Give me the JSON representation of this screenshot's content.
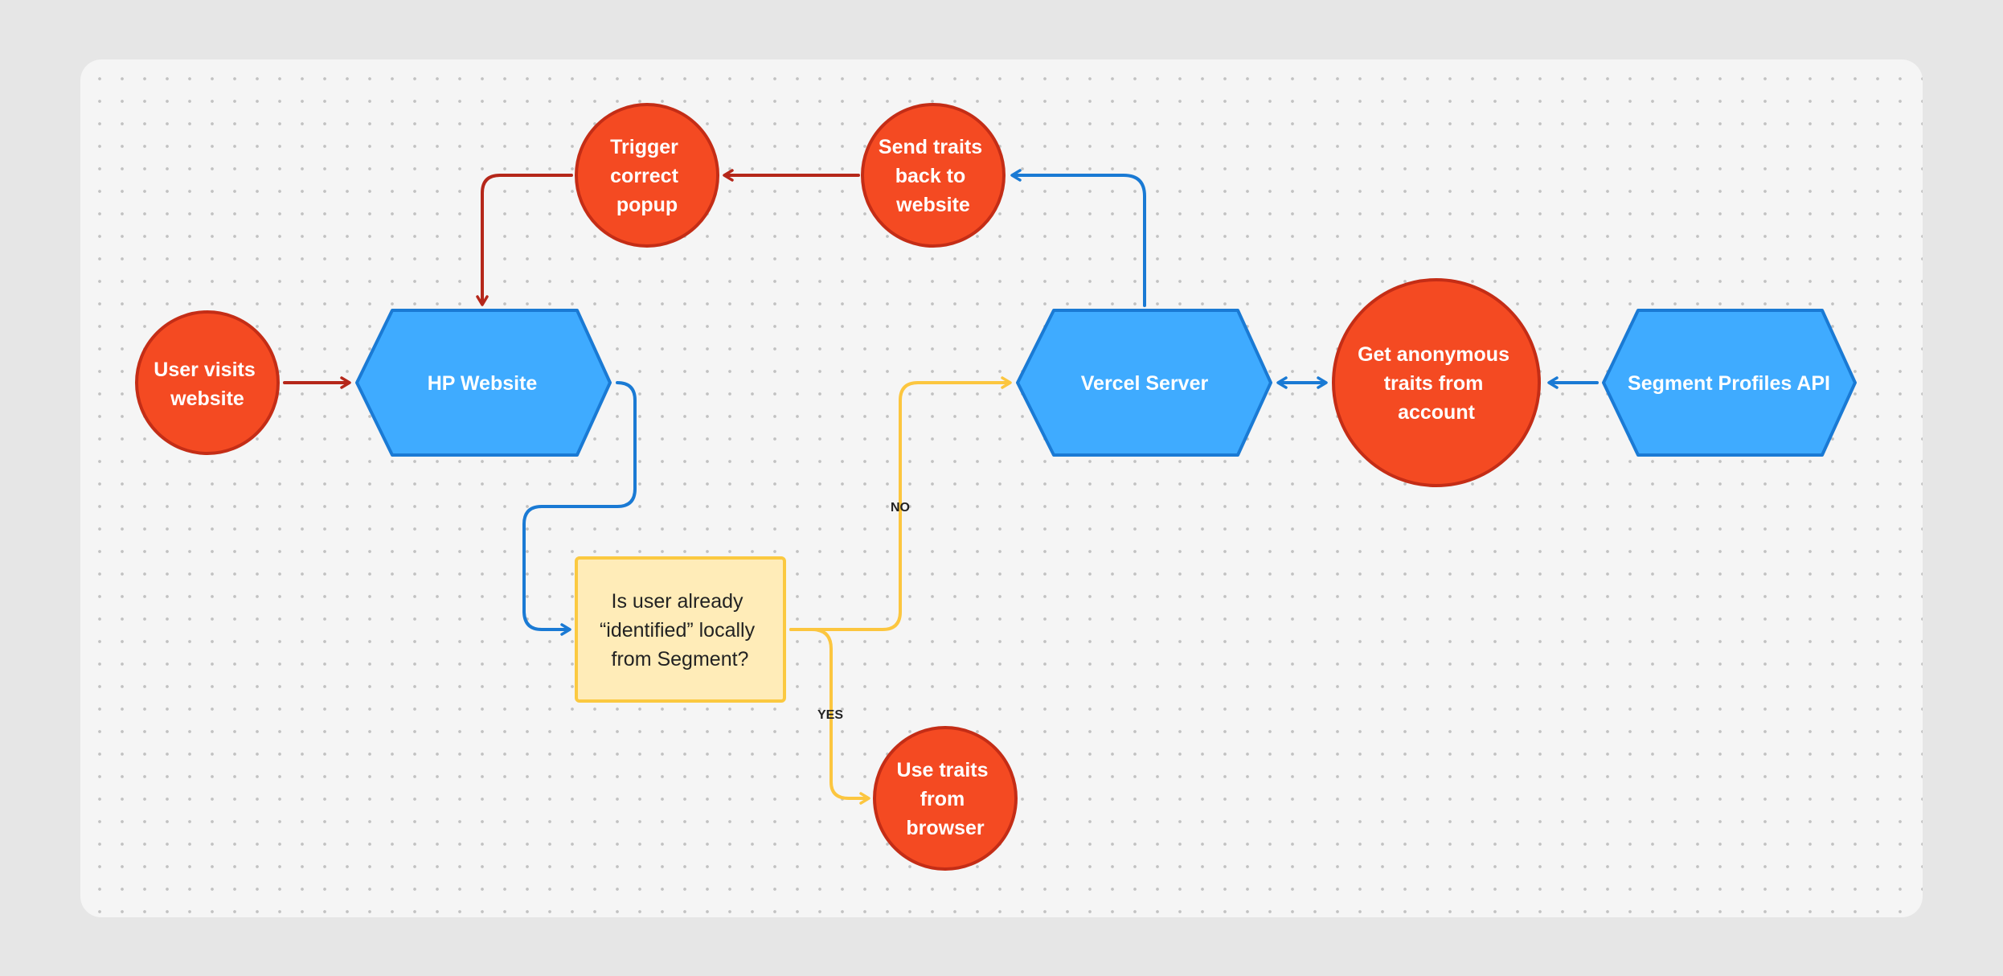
{
  "colors": {
    "circle_fill": "#f44a22",
    "circle_stroke": "#c42d16",
    "hex_fill": "#3fabff",
    "hex_stroke": "#1a7ad4",
    "decision_fill": "#ffecb8",
    "decision_stroke": "#fbc940",
    "red_edge": "#b5271a",
    "blue_edge": "#1a7ad4",
    "yellow_edge": "#fcc63f"
  },
  "nodes": {
    "user_visits": {
      "lines": [
        "User visits",
        "website"
      ]
    },
    "hp_website": {
      "lines": [
        "HP Website"
      ]
    },
    "trigger_popup": {
      "lines": [
        "Trigger",
        "correct",
        "popup"
      ]
    },
    "send_traits": {
      "lines": [
        "Send traits",
        "back to",
        "website"
      ]
    },
    "vercel_server": {
      "lines": [
        "Vercel Server"
      ]
    },
    "get_anonymous": {
      "lines": [
        "Get anonymous",
        "traits from",
        "account"
      ]
    },
    "segment_api": {
      "lines": [
        "Segment Profiles API"
      ]
    },
    "decision": {
      "lines": [
        "Is user already",
        "“identified” locally",
        "from Segment?"
      ]
    },
    "use_traits": {
      "lines": [
        "Use traits",
        "from",
        "browser"
      ]
    }
  },
  "edges": {
    "no_label": "NO",
    "yes_label": "YES"
  }
}
